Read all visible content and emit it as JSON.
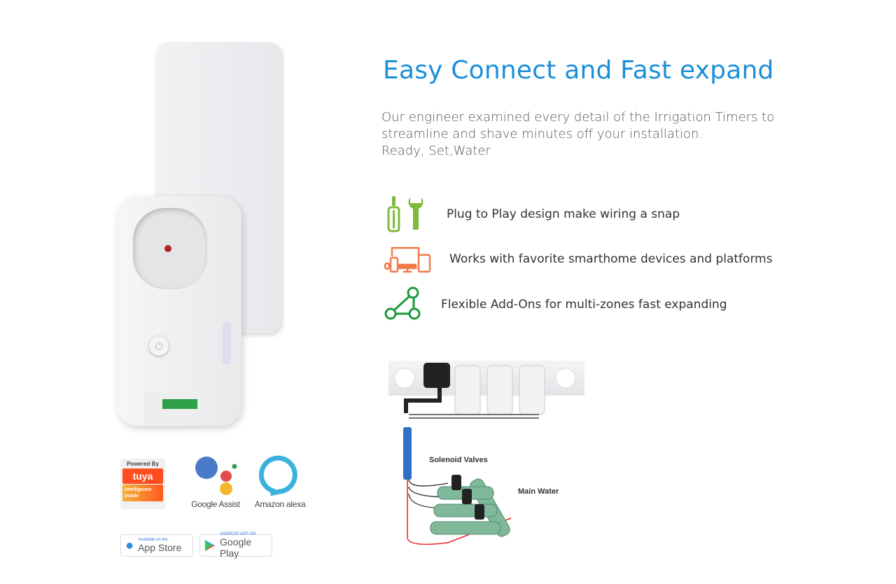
{
  "header": {
    "title": "Easy Connect and Fast expand"
  },
  "description": {
    "lines": [
      "Our engineer examined every detail of the Irrigation Timers to",
      "streamline and shave minutes off your installation.",
      "Ready, Set,Water"
    ]
  },
  "features": [
    {
      "icon": "tools-icon",
      "label": "Plug to Play design make wiring a snap",
      "color": "#7dbb3a"
    },
    {
      "icon": "devices-icon",
      "label": "Works with favorite smarthome devices and platforms",
      "color": "#f07a4a"
    },
    {
      "icon": "network-icon",
      "label": "Flexible Add-Ons for multi-zones fast expanding",
      "color": "#1e9a3e"
    }
  ],
  "badges": {
    "tuya": {
      "top": "Powered By",
      "brand": "tuya",
      "sub1": "Intelligence",
      "sub2": "Inside"
    },
    "google_assist": "Google Assist",
    "alexa": "Amazon alexa",
    "app_store": {
      "small": "Available on the",
      "big": "App Store"
    },
    "google_play": {
      "small": "ANDROID APP ON",
      "big": "Google Play"
    }
  },
  "diagram": {
    "solenoid_label": "Solenoid Valves",
    "main_water_label": "Main Water"
  },
  "colors": {
    "title": "#1b8fd8"
  }
}
